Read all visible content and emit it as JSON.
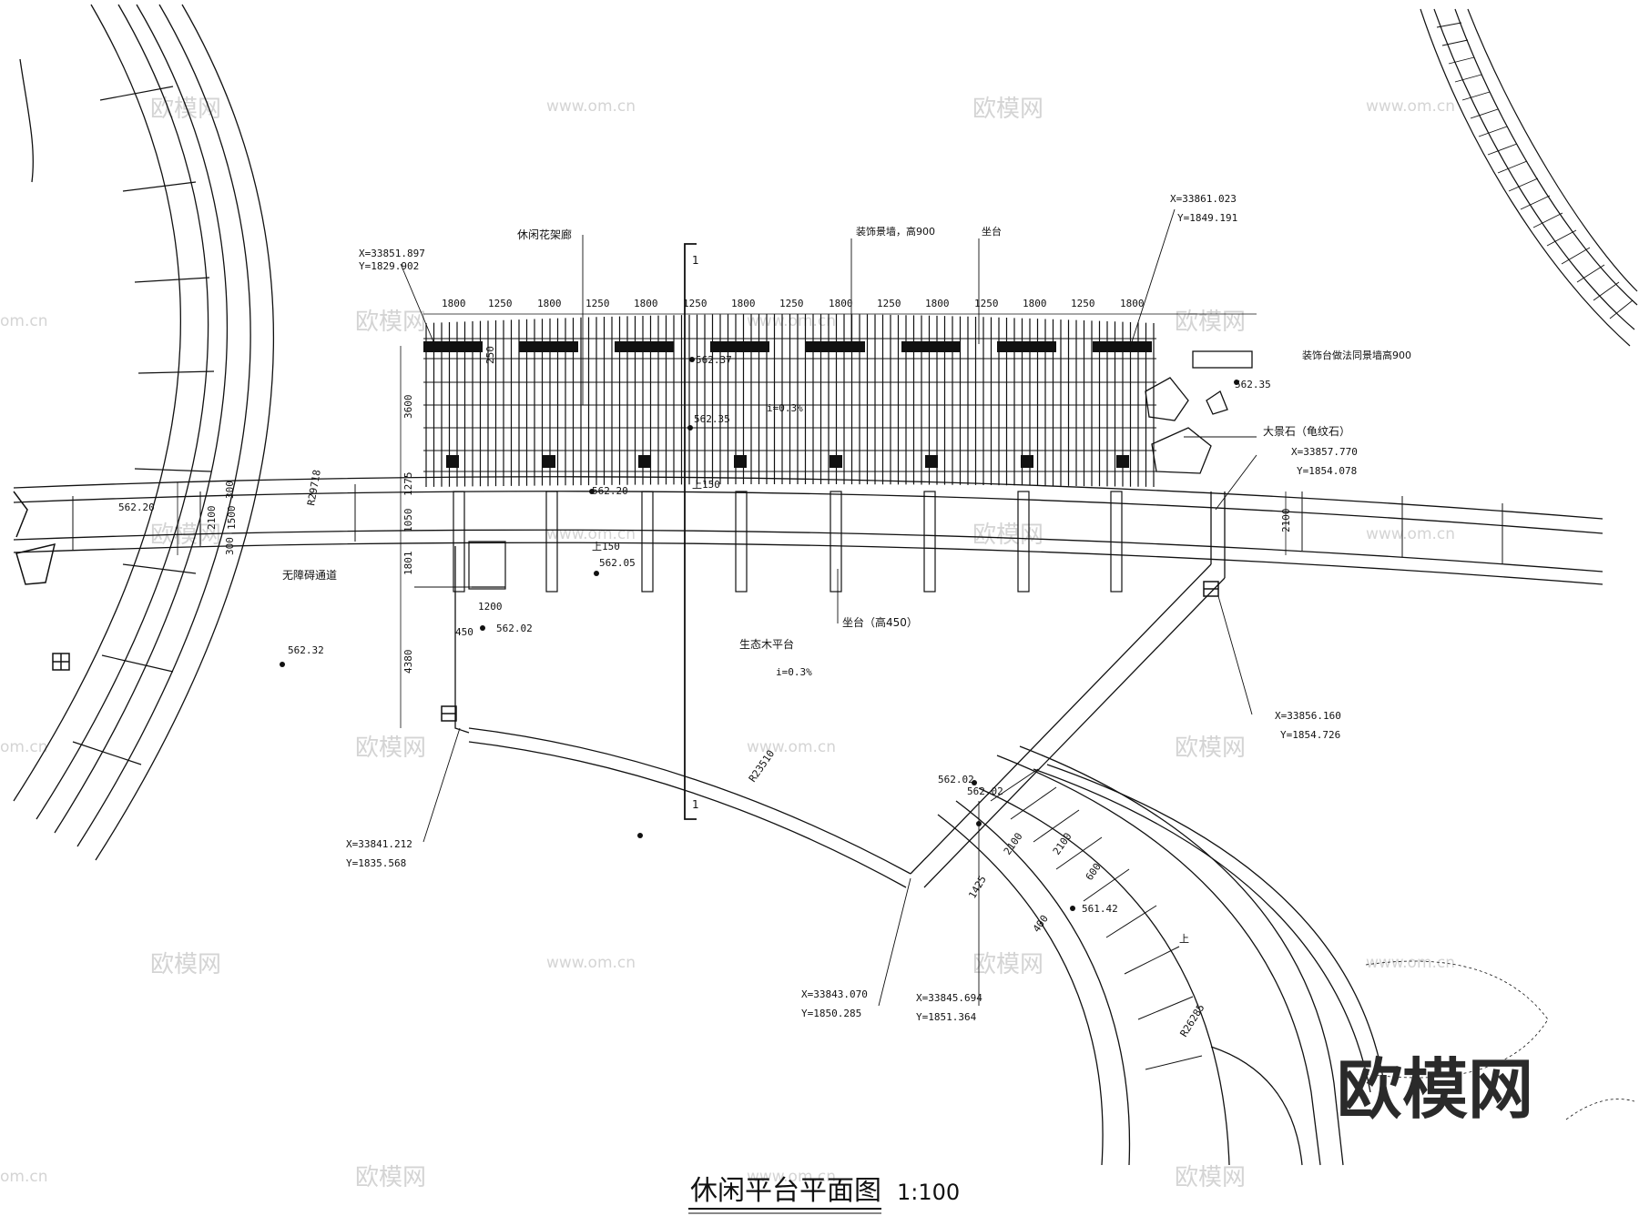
{
  "drawing": {
    "title": "休闲平台平面图",
    "scale": "1:100",
    "section_mark": "1",
    "watermark": {
      "text": "欧模网",
      "url": "www.om.cn",
      "url_fragment": "om.cn",
      "logo": "欧模网"
    }
  },
  "labels": {
    "pergola": "休闲花架廊",
    "feature_wall": "装饰景墙，高900",
    "seat_top": "坐台",
    "decor_platform": "装饰台做法同景墙高900",
    "boulder": "大景石（龟纹石）",
    "accessible_path": "无障碍通道",
    "seat_450": "坐台（高450）",
    "wood_deck": "生态木平台",
    "slope_1": "i=0.3%",
    "slope_2": "i=0.3%",
    "up_1": "上150",
    "up_2": "上150",
    "up_3": "上"
  },
  "coordinates": [
    {
      "x": "X=33851.897",
      "y": "Y=1829.902"
    },
    {
      "x": "X=33861.023",
      "y": "Y=1849.191"
    },
    {
      "x": "X=33857.770",
      "y": "Y=1854.078"
    },
    {
      "x": "X=33856.160",
      "y": "Y=1854.726"
    },
    {
      "x": "X=33841.212",
      "y": "Y=1835.568"
    },
    {
      "x": "X=33843.070",
      "y": "Y=1850.285"
    },
    {
      "x": "X=33845.694",
      "y": "Y=1851.364"
    }
  ],
  "elevations": [
    "562.37",
    "562.35",
    "562.35",
    "562.20",
    "562.20",
    "562.05",
    "562.02",
    "562.32",
    "562.02",
    "562.02",
    "561.42"
  ],
  "dimensions": {
    "top_spans": [
      "1800",
      "1250",
      "1800",
      "1250",
      "1800",
      "1250",
      "1800",
      "1250",
      "1800",
      "1250",
      "1800",
      "1250",
      "1800",
      "1250",
      "1800"
    ],
    "left_stack": [
      "3600",
      "1275",
      "1050",
      "1801",
      "4380"
    ],
    "small": [
      "450",
      "1200",
      "2100",
      "2100",
      "1425",
      "2100",
      "600",
      "400",
      "250",
      "1500",
      "300",
      "300",
      "2100"
    ],
    "radii": [
      "R29718",
      "R23510",
      "R26285"
    ]
  }
}
